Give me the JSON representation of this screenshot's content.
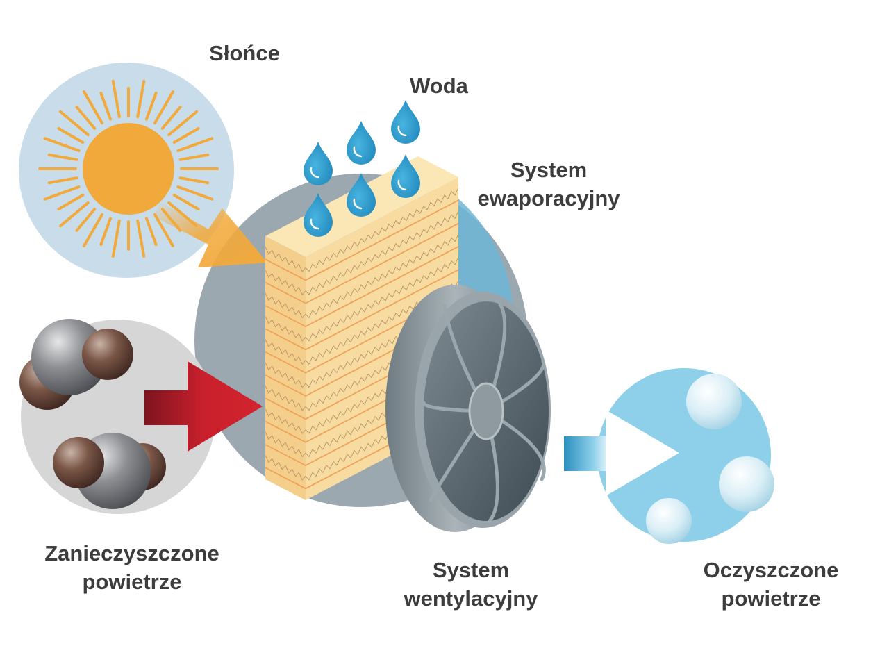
{
  "labels": {
    "sun": "Słońce",
    "water": "Woda",
    "evaporative_line1": "System",
    "evaporative_line2": "ewaporacyjny",
    "polluted_line1": "Zanieczyszczone",
    "polluted_line2": "powietrze",
    "ventilation_line1": "System",
    "ventilation_line2": "wentylacyjny",
    "clean_line1": "Oczyszczone",
    "clean_line2": "powietrze"
  },
  "colors": {
    "sun_circle": "#c9dcea",
    "sun": "#f2a93b",
    "sun_arrow": "#f2a93b",
    "water_drop": "#2f9fd2",
    "evaporative_pad": "#f9dca0",
    "evaporative_line": "#f0a15a",
    "central_circle": "#9ba8b0",
    "central_circle_accent": "#6fb6d6",
    "polluted_circle": "#d6d6d6",
    "pollutant_gray": "#7e8084",
    "pollutant_brown": "#6d4c3f",
    "red_arrow": "#c8202c",
    "fan_body": "#8c969c",
    "fan_inner": "#5b6870",
    "clean_circle": "#8ed0ea",
    "clean_bubble": "#dbeef6",
    "text": "#3d3d3d"
  },
  "icons": [
    "sun-icon",
    "water-drop-icon",
    "evaporative-pad-icon",
    "fan-icon",
    "molecule-icon",
    "bubble-icon",
    "arrow-icon"
  ]
}
